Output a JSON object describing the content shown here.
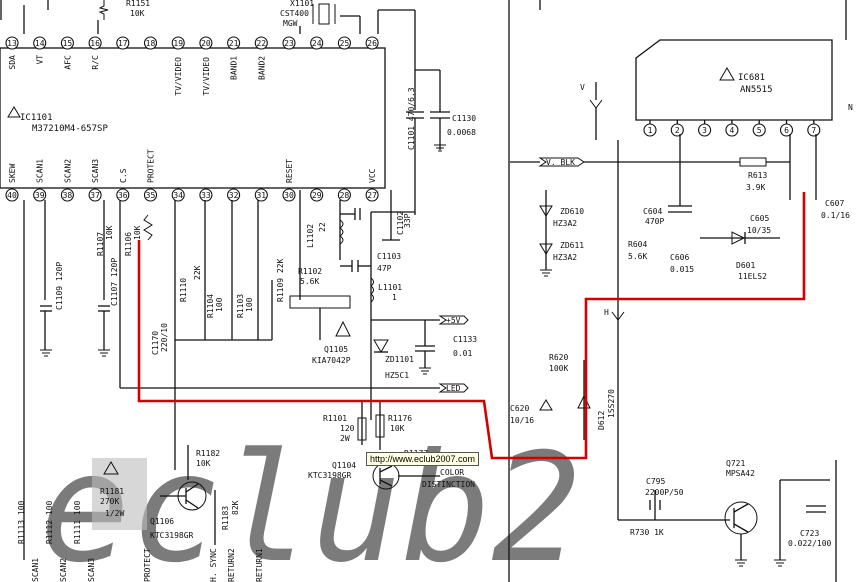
{
  "watermark": "eclub2",
  "tooltip": "http://www.eclub2007.com",
  "ic1101": {
    "ref": "IC1101",
    "part": "M37210M4-657SP",
    "top_pins": [
      {
        "num": "13",
        "label": "SDA"
      },
      {
        "num": "14",
        "label": "VT"
      },
      {
        "num": "15",
        "label": "AFC"
      },
      {
        "num": "16",
        "label": "R/C"
      },
      {
        "num": "17",
        "label": ""
      },
      {
        "num": "18",
        "label": ""
      },
      {
        "num": "19",
        "label": "TV/VIDEO"
      },
      {
        "num": "20",
        "label": "TV/VIDEO"
      },
      {
        "num": "21",
        "label": "BAND1"
      },
      {
        "num": "22",
        "label": "BAND2"
      },
      {
        "num": "23",
        "label": ""
      },
      {
        "num": "24",
        "label": ""
      },
      {
        "num": "25",
        "label": ""
      },
      {
        "num": "26",
        "label": ""
      }
    ],
    "bottom_pins": [
      {
        "num": "40",
        "label": "SKEW"
      },
      {
        "num": "39",
        "label": "SCAN1"
      },
      {
        "num": "38",
        "label": "SCAN2"
      },
      {
        "num": "37",
        "label": "SCAN3"
      },
      {
        "num": "36",
        "label": "C.S"
      },
      {
        "num": "35",
        "label": "PROTECT"
      },
      {
        "num": "34",
        "label": ""
      },
      {
        "num": "33",
        "label": ""
      },
      {
        "num": "32",
        "label": ""
      },
      {
        "num": "31",
        "label": ""
      },
      {
        "num": "30",
        "label": "RESET"
      },
      {
        "num": "29",
        "label": ""
      },
      {
        "num": "28",
        "label": ""
      },
      {
        "num": "27",
        "label": "VCC"
      }
    ]
  },
  "ic681": {
    "ref": "IC681",
    "part": "AN5515",
    "pins": [
      "1",
      "2",
      "3",
      "4",
      "5",
      "6",
      "7"
    ]
  },
  "labels": {
    "r1151": "R1151",
    "r1151_val": "10K",
    "x1101": "X1101",
    "x1101_part": "CST400",
    "x1101_val": "MGW",
    "c1101": "C1101 470/6.3",
    "c1130": "C1130",
    "c1130_val": "0.0068",
    "c1102": "C1102",
    "c1102_val": "33P",
    "l1102": "L1102",
    "l1102_val": "22",
    "c1103": "C1103",
    "c1103_val": "47P",
    "l1101": "L1101",
    "l1101_val": "1",
    "r1102": "R1102",
    "r1102_val": "5.6K",
    "plus5v": "+5V",
    "c1133": "C1133",
    "c1133_val": "0.01",
    "q1105": "Q1105",
    "q1105_part": "KIA7042P",
    "zd1101": "ZD1101",
    "zd1101_part": "HZ5C1",
    "led": "LED",
    "r1101": "R1101",
    "r1101_val": "120",
    "r1101_w": "2W",
    "r1176": "R1176",
    "r1176_val": "10K",
    "q1104": "Q1104",
    "q1104_part": "KTC3198GR",
    "r1177": "R1177",
    "color": "COLOR",
    "distinction": "DISTINCTION",
    "r1107": "R1107",
    "r1107_val": "10K",
    "r1106": "R1106",
    "r1106_val": "10K",
    "c1109": "C1109 120P",
    "c1107": "C1107 120P",
    "c1170": "C1170",
    "c1170_val": "220/10",
    "r1110": "R1110",
    "r1110_val": "22K",
    "r1104": "R1104",
    "r1104_val": "100",
    "r1103": "R1103",
    "r1103_val": "100",
    "r1109": "R1109 22K",
    "r1182": "R1182",
    "r1182_val": "10K",
    "r1181": "R1181",
    "r1181_val": "270K",
    "r1181_w": "1/2W",
    "q1106": "Q1106",
    "q1106_part": "KTC3198GR",
    "r1183": "R1183",
    "r1183_val": "82K",
    "r1113": "R1113 100",
    "r1112": "R1112 100",
    "r1111": "R1111 100",
    "b_scan1": "SCAN1",
    "b_scan2": "SCAN2",
    "b_scan3": "SCAN3",
    "b_protect": "PROTECT",
    "b_hsync": "H. SYNC",
    "b_return2": "RETURN2",
    "b_return1": "RETURN1",
    "v": "V",
    "vblk": "V. BLK",
    "r613": "R613",
    "r613_val": "3.9K",
    "c607": "C607",
    "c607_val": "0.1/16",
    "zd610": "ZD610",
    "zd610_part": "HZ3A2",
    "zd611": "ZD611",
    "zd611_part": "HZ3A2",
    "c604": "C604",
    "c604_val": "470P",
    "c605": "C605",
    "c605_val": "10/35",
    "r604": "R604",
    "r604_val": "5.6K",
    "c606": "C606",
    "c606_val": "0.015",
    "d601": "D601",
    "d601_part": "11ELS2",
    "h": "H",
    "r620": "R620",
    "r620_val": "100K",
    "c620": "C620",
    "c620_val": "10/16",
    "d612": "D612",
    "d612_part": "1SS270",
    "c795": "C795",
    "c795_val": "2200P/50",
    "r730": "R730 1K",
    "q721": "Q721",
    "q721_part": "MPSA42",
    "c723": "C723",
    "c723_val": "0.022/100",
    "n1": "N"
  },
  "colors": {
    "highlight": "#d40000",
    "ink": "#111111",
    "watermark": "#d9d9d9"
  }
}
